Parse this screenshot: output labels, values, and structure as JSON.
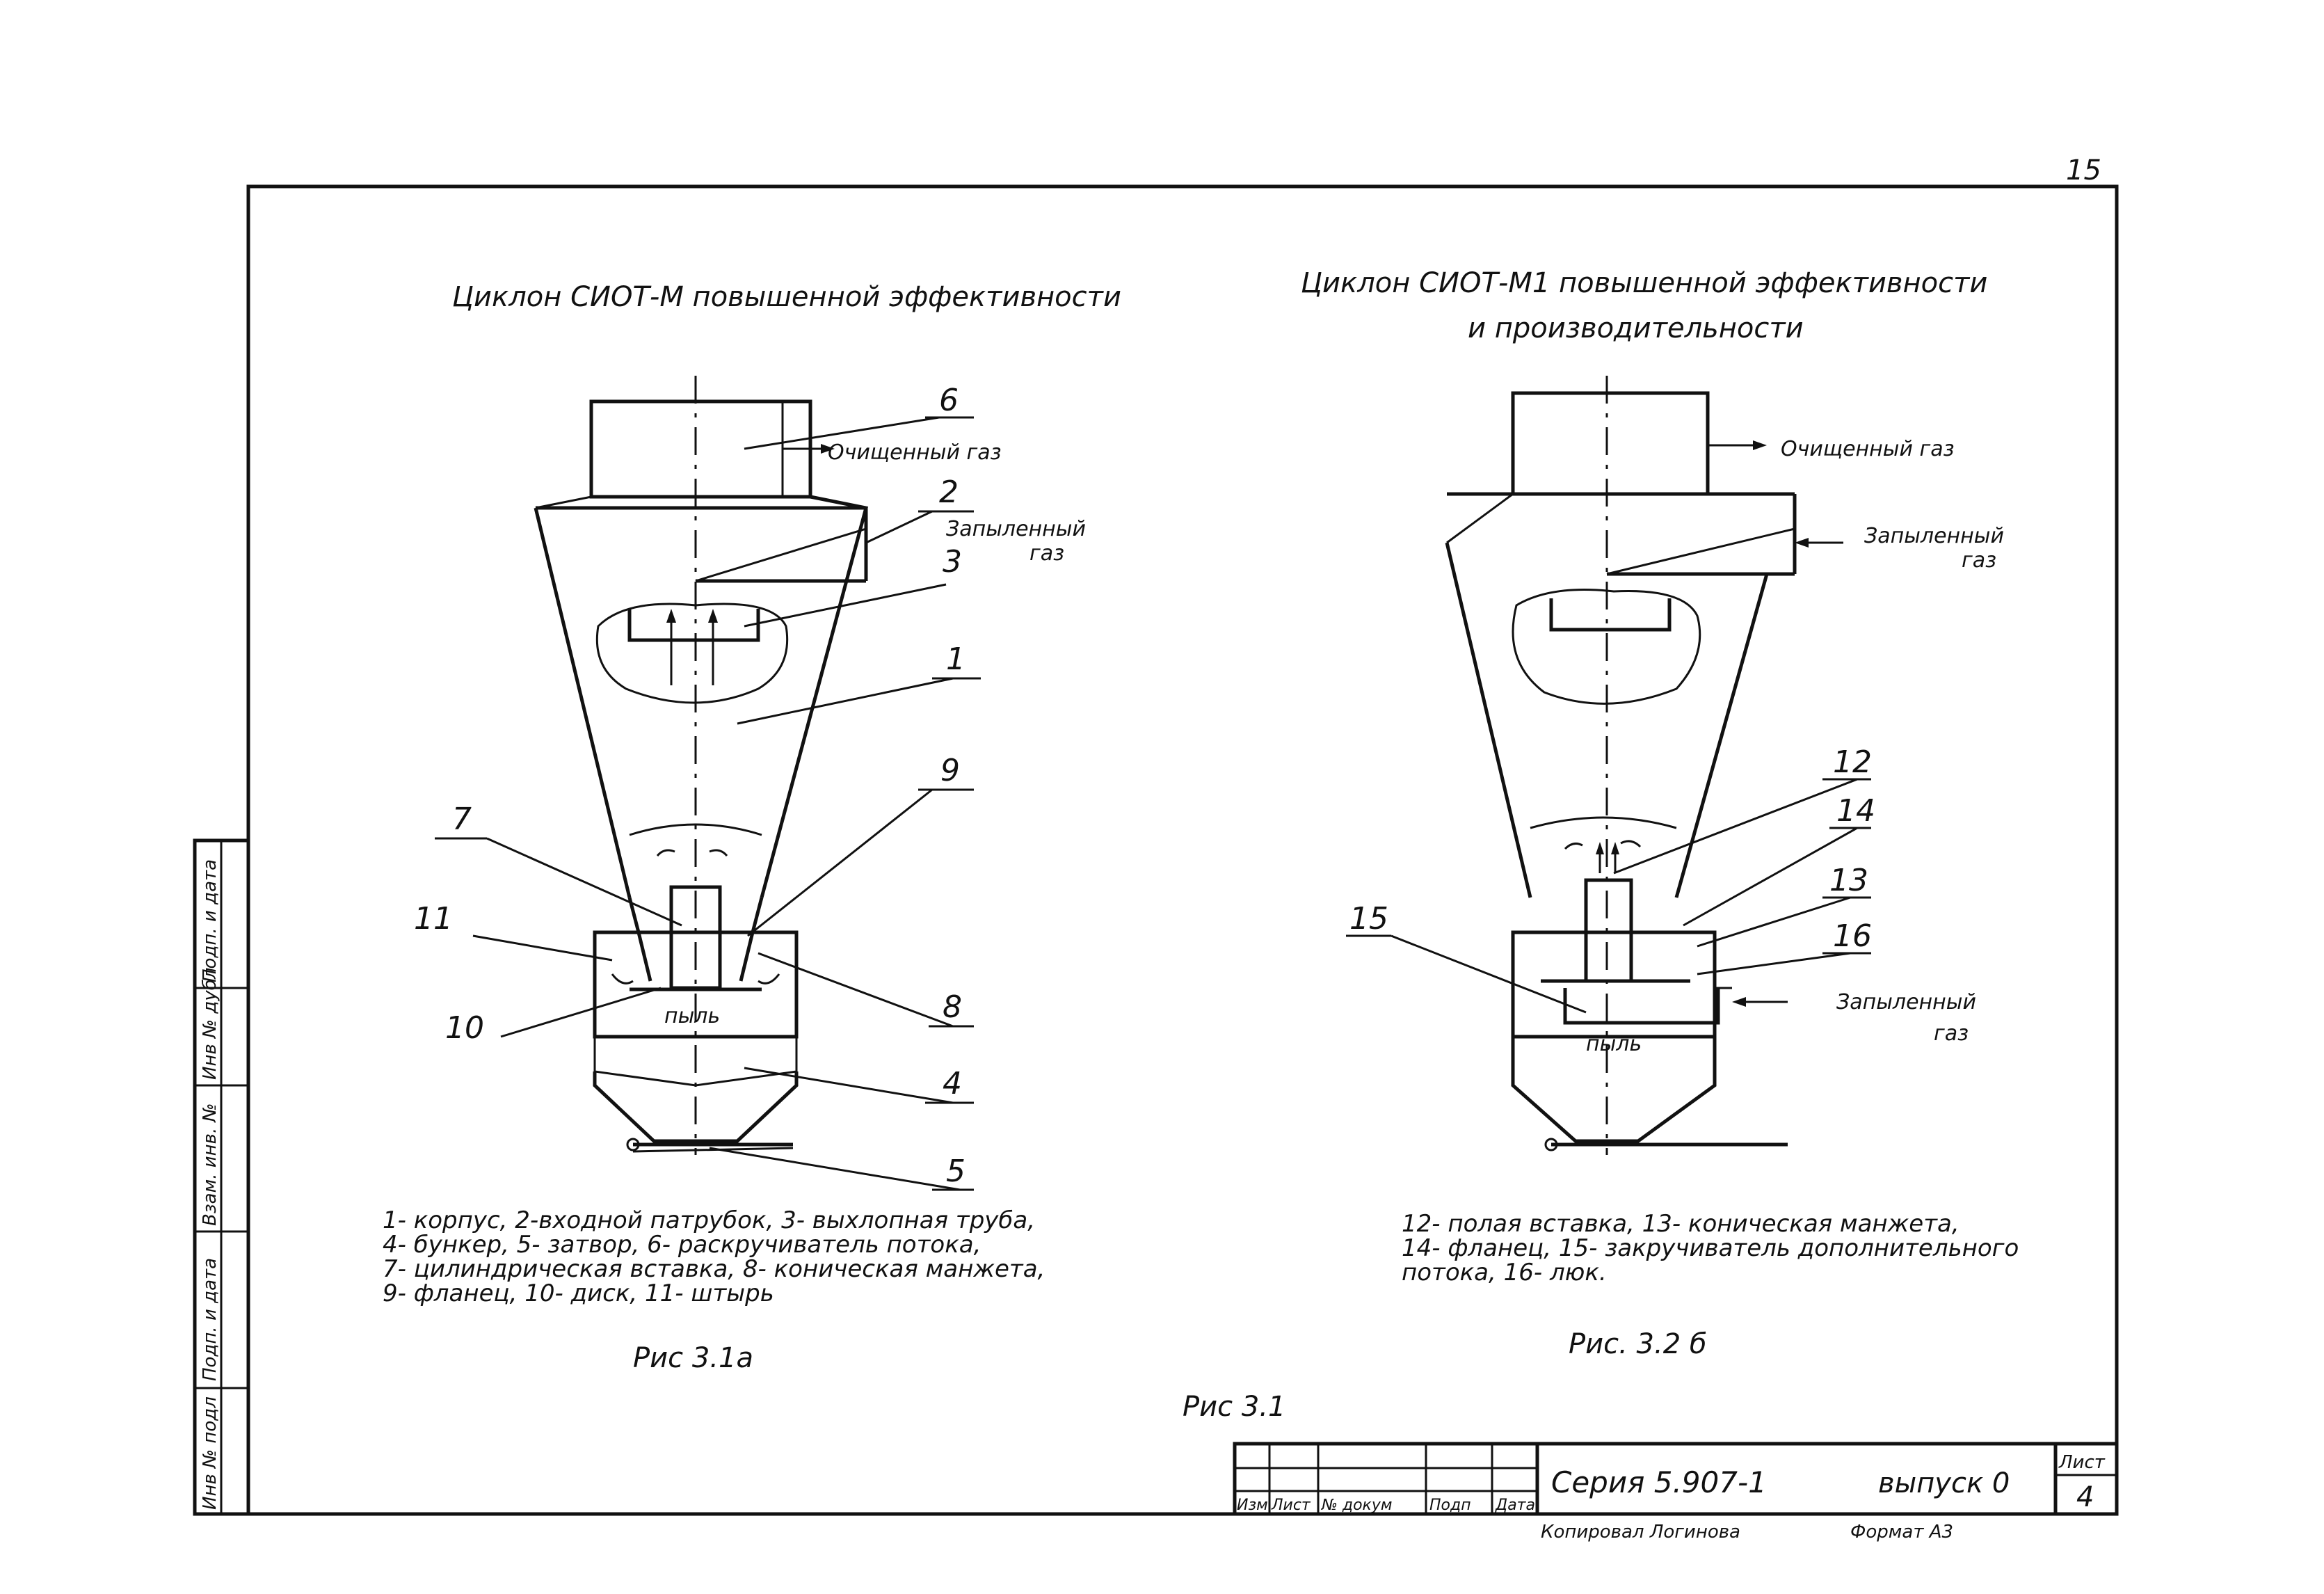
{
  "sheet_number": "15",
  "left": {
    "title": "Циклон СИОТ-М повышенной эффективности",
    "labels": {
      "n1": "1",
      "n2": "2",
      "n3": "3",
      "n4": "4",
      "n5": "5",
      "n6": "6",
      "n7": "7",
      "n8": "8",
      "n9": "9",
      "n10": "10",
      "n11": "11"
    },
    "clean_gas": "Очищенный газ",
    "dusty_gas_1": "Запыленный",
    "dusty_gas_2": "газ",
    "dust": "пыль",
    "legend": [
      "1- корпус, 2-входной патрубок, 3- выхлопная труба,",
      "4- бункер, 5- затвор, 6- раскручиватель потока,",
      "7- цилиндрическая вставка, 8- коническая манжета,",
      "9- фланец, 10- диск, 11- штырь"
    ],
    "caption": "Рис 3.1а"
  },
  "right": {
    "title_1": "Циклон СИОТ-М1 повышенной эффективности",
    "title_2": "и производительности",
    "labels": {
      "n12": "12",
      "n13": "13",
      "n14": "14",
      "n15": "15",
      "n16": "16"
    },
    "clean_gas": "Очищенный газ",
    "dusty_gas_top_1": "Запыленный",
    "dusty_gas_top_2": "газ",
    "dusty_gas_bottom_1": "Запыленный",
    "dusty_gas_bottom_2": "газ",
    "dust": "пыль",
    "legend": [
      "12- полая вставка, 13- коническая манжета,",
      "14- фланец, 15- закручиватель дополнительного",
      "потока, 16- люк."
    ],
    "caption": "Рис. 3.2 б"
  },
  "figure_caption": "Рис 3.1",
  "side_stamp": [
    "Инв № подл",
    "Подп. и дата",
    "Взам. инв. №",
    "Инв № дубл",
    "Подп. и дата"
  ],
  "title_block": {
    "headers": [
      "Изм",
      "Лист",
      "№ докум",
      "Подп",
      "Дата"
    ],
    "series": "Серия 5.907-1",
    "issue": "выпуск 0",
    "sheet_label": "Лист",
    "sheet_value": "4",
    "copied_by": "Копировал Логинова",
    "format": "Формат А3"
  }
}
